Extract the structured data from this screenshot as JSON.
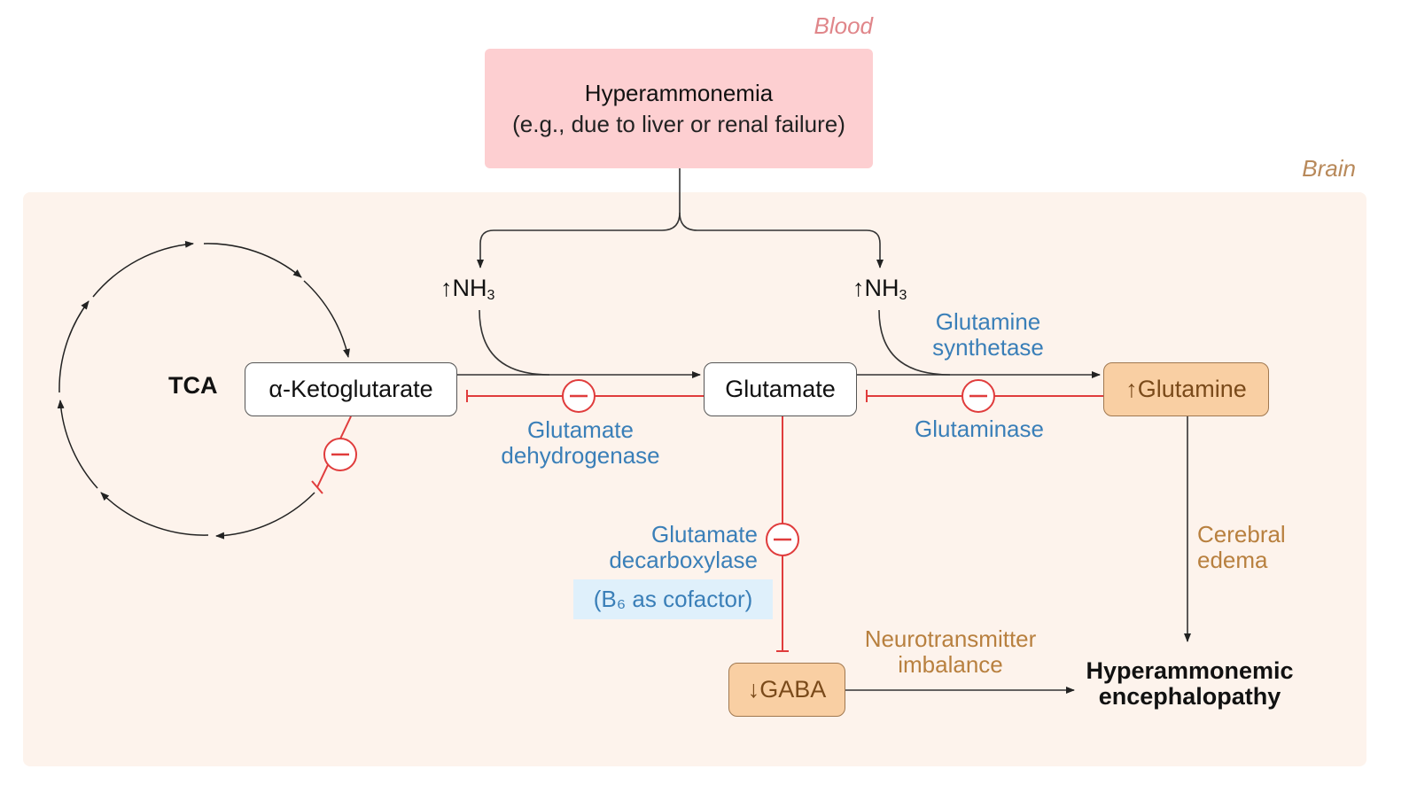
{
  "colors": {
    "blood_label": "#e0868a",
    "blood_box": "#fdcfd1",
    "brain_label": "#b8895a",
    "brain_panel": "#fdf3ec",
    "enzyme_text": "#3a7fb8",
    "effect_text": "#b8803f",
    "cofactor_bg": "#dff0fb",
    "cofactor_text": "#3a7fb8",
    "inhibit_red": "#e03c3c",
    "arrow_dark": "#333333"
  },
  "regions": {
    "blood": "Blood",
    "brain": "Brain"
  },
  "blood_box": {
    "title": "Hyperammonemia",
    "subtitle": "(e.g., due to liver or renal failure)"
  },
  "nodes": {
    "tca": "TCA",
    "akg": "α-Ketoglutarate",
    "glutamate": "Glutamate",
    "glutamine": "↑Glutamine",
    "gaba": "↓GABA",
    "nh3_left": "↑NH",
    "nh3_right": "↑NH",
    "nh3_subscript": "3"
  },
  "enzymes": {
    "gdh_line1": "Glutamate",
    "gdh_line2": "dehydrogenase",
    "gs_line1": "Glutamine",
    "gs_line2": "synthetase",
    "glutaminase": "Glutaminase",
    "gad_line1": "Glutamate",
    "gad_line2": "decarboxylase",
    "cofactor": "(B₆ as cofactor)"
  },
  "effects": {
    "edema_line1": "Cerebral",
    "edema_line2": "edema",
    "nt_line1": "Neurotransmitter",
    "nt_line2": "imbalance"
  },
  "outcome": {
    "line1": "Hyperammonemic",
    "line2": "encephalopathy"
  },
  "inhibitor_symbol": "−"
}
